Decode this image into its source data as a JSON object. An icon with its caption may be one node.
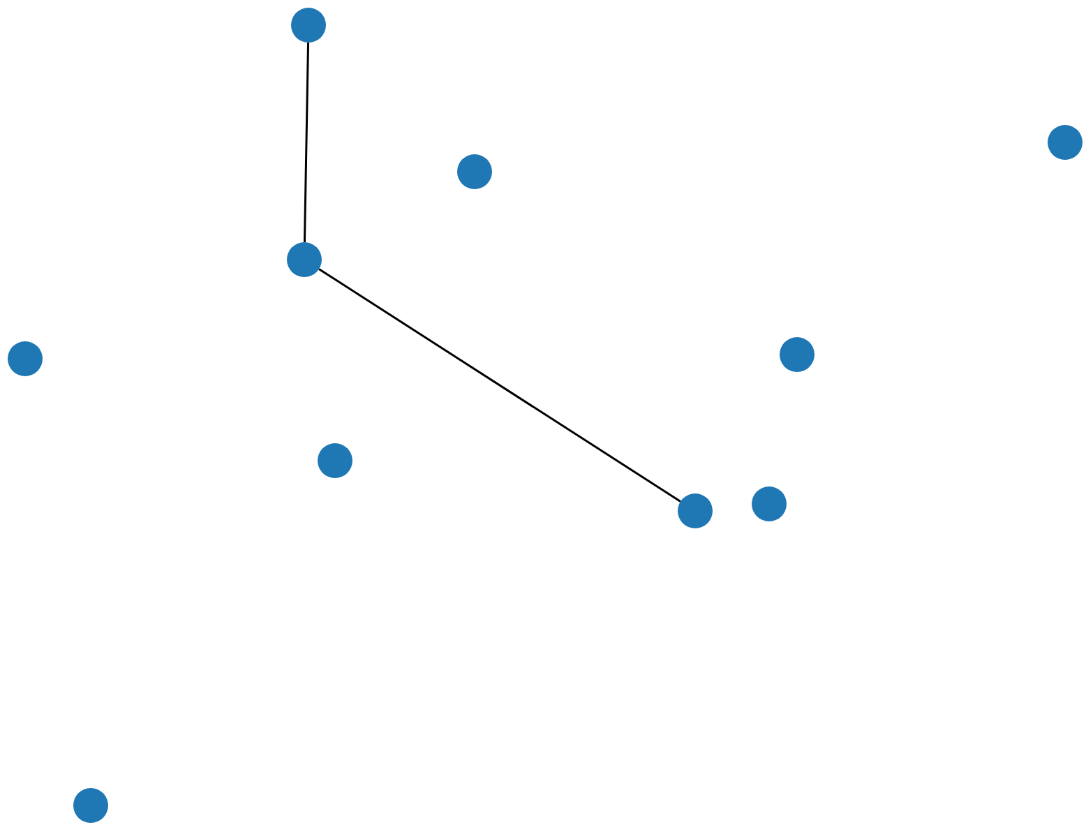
{
  "diagram": {
    "nodes": [
      {
        "text": [],
        "shape": "circle"
      },
      {
        "text": [],
        "shape": "circle"
      },
      {
        "text": [],
        "shape": "circle"
      },
      {
        "text": [],
        "shape": "circle"
      },
      {
        "text": [],
        "shape": "circle"
      },
      {
        "text": [],
        "shape": "circle"
      },
      {
        "text": [],
        "shape": "circle"
      },
      {
        "text": [],
        "shape": "circle"
      },
      {
        "text": [],
        "shape": "circle"
      },
      {
        "text": [],
        "shape": "circle"
      }
    ],
    "edges": [
      {
        "from": 0,
        "to": 3,
        "arrow": "none"
      },
      {
        "from": 3,
        "to": 8,
        "arrow": "none"
      }
    ]
  }
}
